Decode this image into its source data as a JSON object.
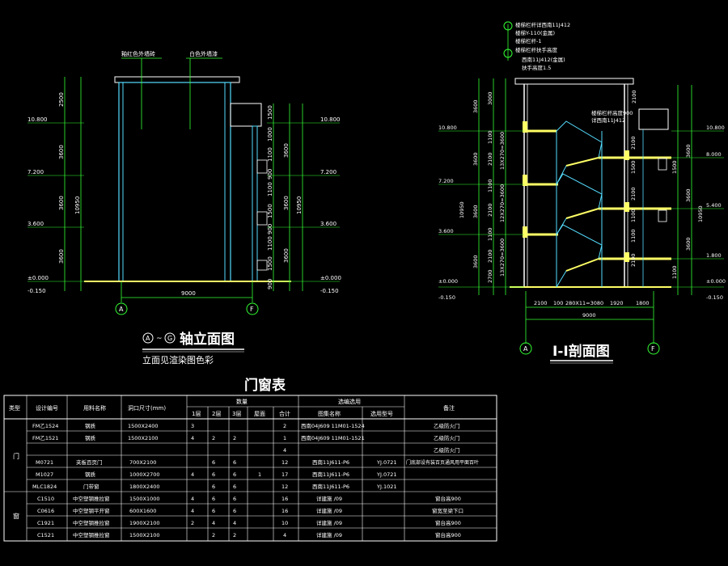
{
  "elevation": {
    "title": "轴立面图",
    "axis_start": "A",
    "axis_end": "G",
    "range_sep": "~",
    "subtitle": "立面见渲染图色彩",
    "callout_left": "釉红色外墙砖",
    "callout_right": "白色外墙漆",
    "width_dim": "9000",
    "axis_left": "A",
    "axis_right": "F",
    "levels": [
      "10.800",
      "7.200",
      "3.600",
      "±0.000",
      "-0.150"
    ],
    "levels_right": [
      "10.800",
      "7.200",
      "3.600",
      "±0.000",
      "-0.150"
    ],
    "dims_left_outer": [
      "2500",
      "3600",
      "3600",
      "3600"
    ],
    "dims_left_total": "10950",
    "dims_right_inner": [
      "1500",
      "1000",
      "1100",
      "900",
      "1100",
      "1500",
      "900",
      "1100",
      "1500",
      "900"
    ],
    "dims_right_outer": [
      "3600",
      "3600",
      "3600"
    ],
    "dims_right_total": "10950"
  },
  "section": {
    "title": "I-I剖面图",
    "width_dim": "9000",
    "axis_left": "A",
    "axis_right": "F",
    "notes": [
      "楼梯栏杆详西南11J412",
      "楼梯Y-110(金属)",
      "楼梯栏杆-1",
      "楼梯栏杆扶手高度",
      "西南11J412(金属)",
      "扶手高度1.5"
    ],
    "callout": [
      "楼梯栏杆高度900",
      "详西南11J412"
    ],
    "levels_left": [
      "10.800",
      "7.200",
      "3.600",
      "±0.000",
      "-0.150"
    ],
    "levels_right": [
      "10.800",
      "8.000",
      "5.400",
      "1.800",
      "±0.000",
      "-0.150"
    ],
    "dims_left": [
      "3600",
      "3600",
      "3600",
      "3600",
      "10950"
    ],
    "dims_stair": [
      "3000",
      "1100",
      "2100",
      "1100",
      "2100",
      "1100",
      "2100",
      "2700"
    ],
    "dims_stair_steps": [
      "13X270=3600",
      "12X270=3600",
      "13X270=3600"
    ],
    "dims_right": [
      "2100",
      "1500",
      "2100",
      "1100",
      "1100",
      "2100",
      "1500",
      "1100"
    ],
    "dims_right_outer": [
      "3600",
      "3600",
      "3600",
      "10950"
    ],
    "bottom_dims": [
      "2100",
      "100",
      "280X11=3080",
      "1920",
      "1800"
    ],
    "roof_dim": "2100"
  },
  "schedule": {
    "title": "门窗表",
    "headers": {
      "type": "类型",
      "code": "设计编号",
      "material": "用料名称",
      "size": "洞口尺寸(mm)",
      "qty": "数量",
      "qty_floors": [
        "1层",
        "2层",
        "3层",
        "屋面",
        "合计"
      ],
      "ref": "选编选用",
      "ref_cols": [
        "图集名称",
        "选用型号"
      ],
      "note": "备注"
    },
    "groups": [
      {
        "label": "门",
        "rows": [
          {
            "code": "FM乙1524",
            "mat": "钢质",
            "size": "1500X2400",
            "q": [
              "3",
              "",
              "",
              "",
              "2"
            ],
            "atlas": "西南04J609  11M01-1524",
            "model": "",
            "note": "乙级防火门"
          },
          {
            "code": "FM乙1521",
            "mat": "钢质",
            "size": "1500X2100",
            "q": [
              "4",
              "2",
              "2",
              "",
              "1"
            ],
            "atlas": "西南04J609  11M01-1521",
            "model": "",
            "note": "乙级防火门"
          },
          {
            "code": "",
            "mat": "",
            "size": "",
            "q": [
              "",
              "",
              "",
              "",
              "4"
            ],
            "atlas": "",
            "model": "",
            "note": "乙级防火门"
          },
          {
            "code": "M0721",
            "mat": "夹板百页门",
            "size": "700X2100",
            "q": [
              "",
              "6",
              "6",
              "",
              "12"
            ],
            "atlas": "西南11J611-P6",
            "model": "YJ.0721",
            "note": "门底部设有装百页通风用平面百叶"
          },
          {
            "code": "M1027",
            "mat": "钢质",
            "size": "1000X2700",
            "q": [
              "4",
              "6",
              "6",
              "1",
              "17"
            ],
            "atlas": "西南11J611-P6",
            "model": "YJ.0721",
            "note": ""
          },
          {
            "code": "MLC1824",
            "mat": "门带窗",
            "size": "1800X2400",
            "q": [
              "",
              "6",
              "6",
              "",
              "12"
            ],
            "atlas": "西南11J611-P6",
            "model": "YJ.1021",
            "note": ""
          }
        ]
      },
      {
        "label": "窗",
        "rows": [
          {
            "code": "C1510",
            "mat": "中空塑钢推拉窗",
            "size": "1500X1000",
            "q": [
              "4",
              "6",
              "6",
              "",
              "16"
            ],
            "atlas": "详建施 /09",
            "model": "",
            "note": "窗台高900"
          },
          {
            "code": "C0616",
            "mat": "中空塑钢平开窗",
            "size": "600X1600",
            "q": [
              "4",
              "6",
              "6",
              "",
              "16"
            ],
            "atlas": "详建施 /09",
            "model": "",
            "note": "窗宽至梁下口"
          },
          {
            "code": "C1921",
            "mat": "中空塑钢推拉窗",
            "size": "1900X2100",
            "q": [
              "2",
              "4",
              "4",
              "",
              "10"
            ],
            "atlas": "详建施 /09",
            "model": "",
            "note": "窗台高900"
          },
          {
            "code": "C1521",
            "mat": "中空塑钢推拉窗",
            "size": "1500X2100",
            "q": [
              "",
              "2",
              "2",
              "",
              "4"
            ],
            "atlas": "详建施 /09",
            "model": "",
            "note": "窗台高900"
          }
        ]
      }
    ]
  }
}
